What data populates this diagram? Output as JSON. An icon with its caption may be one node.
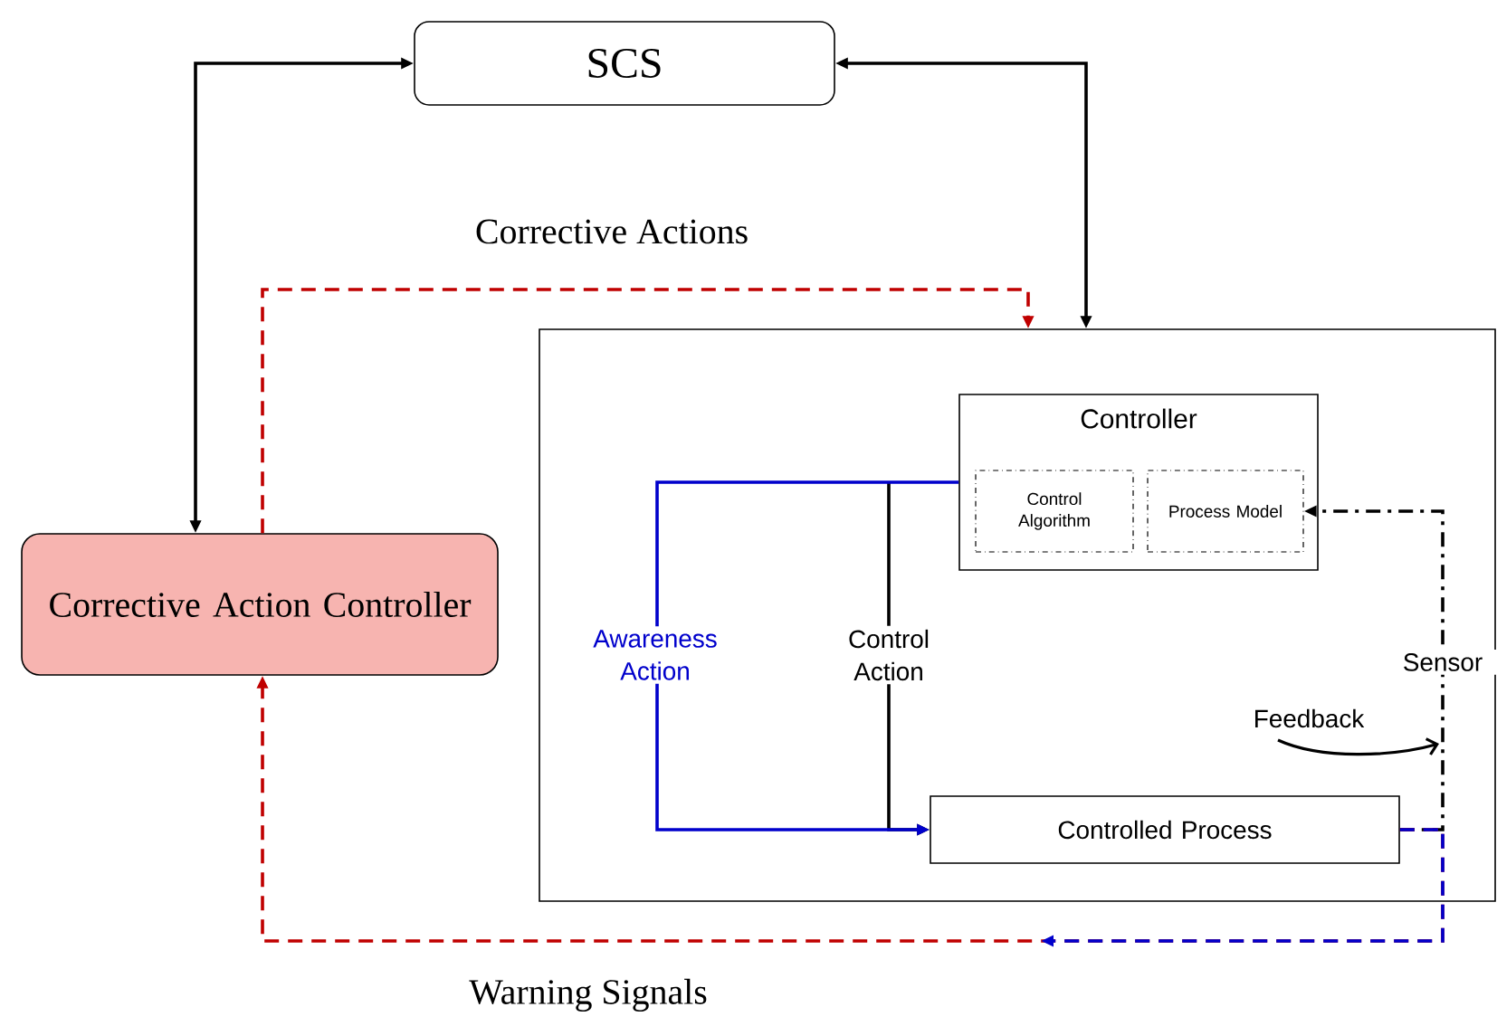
{
  "diagram": {
    "nodes": [
      {
        "text": [
          "SCS"
        ]
      },
      {
        "text": [
          "Corrective Action Controller"
        ]
      },
      {
        "text": [],
        "shape": "box"
      },
      {
        "text": [
          "Controller"
        ],
        "in": 2
      },
      {
        "text": [
          "Control Algorithm"
        ],
        "in": 3
      },
      {
        "text": [
          "Process Model"
        ],
        "in": 3
      },
      {
        "text": [
          "Controlled Process"
        ],
        "in": 2
      }
    ],
    "edges": [
      {
        "from": 1,
        "to": 0,
        "arrow": "both"
      },
      {
        "from": 0,
        "to": 2,
        "arrow": "both"
      },
      {
        "from": 1,
        "to": 2,
        "arrow": "to",
        "label": "Corrective Actions",
        "style": "dashed",
        "color": "#c00000"
      },
      {
        "from": 3,
        "to": 6,
        "arrow": "to",
        "label": "Control Action"
      },
      {
        "from": 3,
        "to": 6,
        "arrow": "to",
        "label": "Awareness Action",
        "color": "#0000cc"
      },
      {
        "from": 6,
        "to": 5,
        "arrow": "to",
        "label": "Sensor",
        "style": "dashed"
      },
      {
        "from": 6,
        "to": 1,
        "arrow": "to",
        "label": "Warning Signals",
        "style": "dashed",
        "color": "#c00000"
      }
    ],
    "labels": [
      "Feedback"
    ]
  }
}
